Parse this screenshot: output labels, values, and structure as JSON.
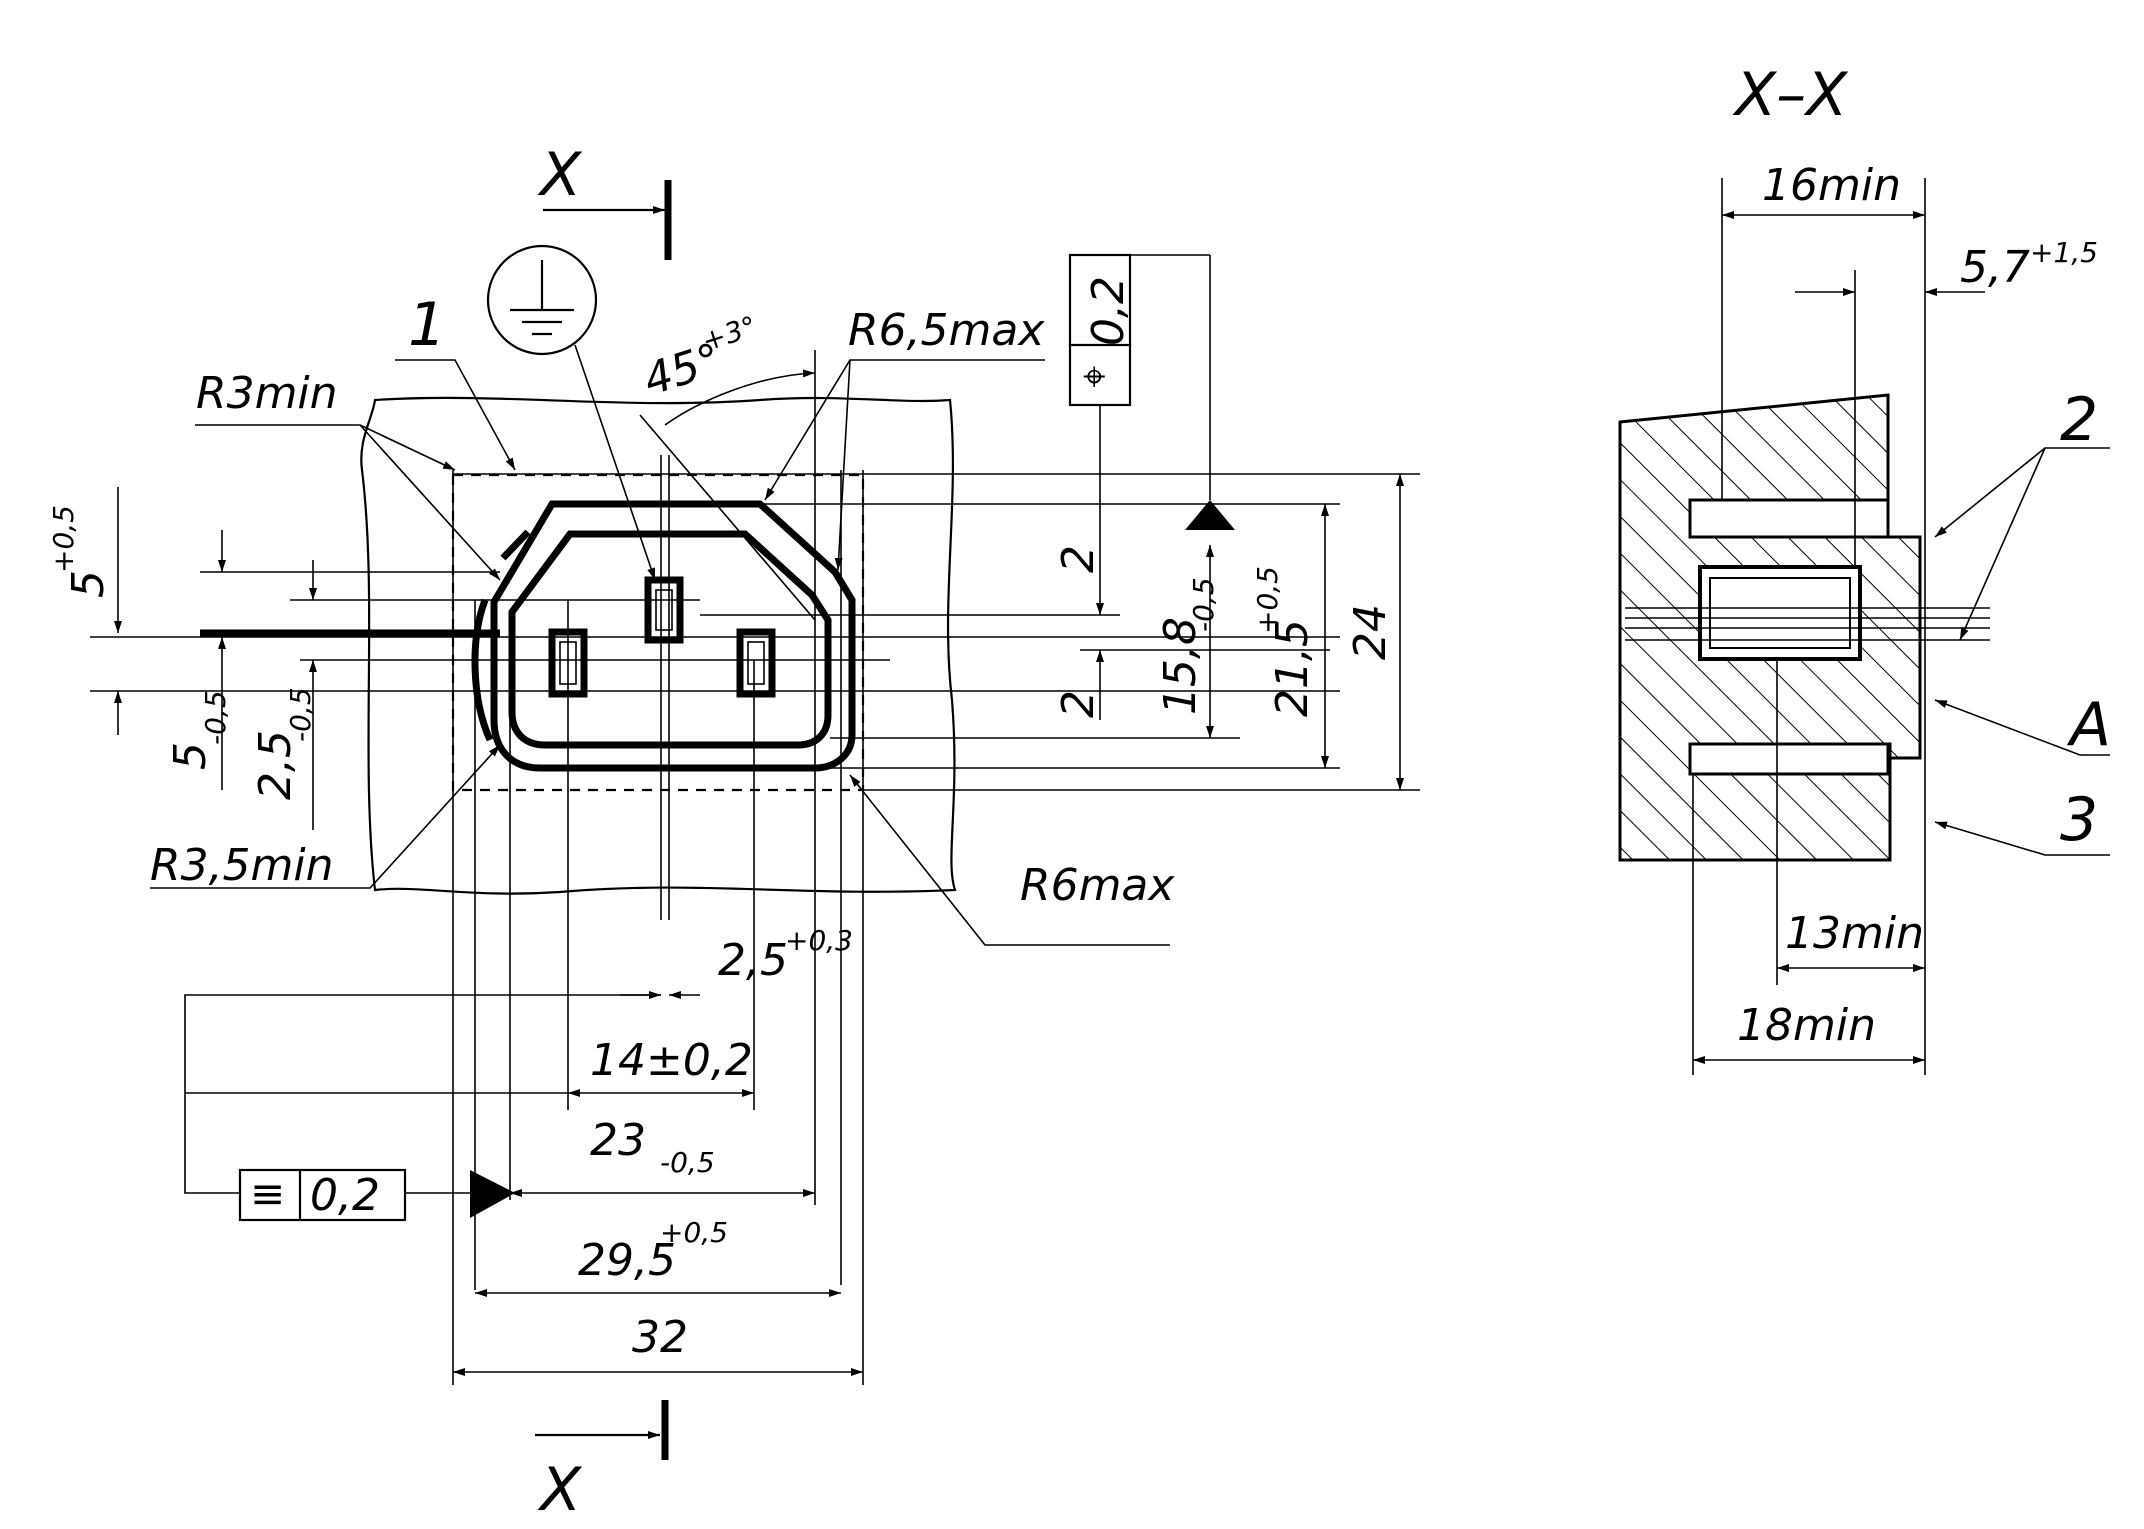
{
  "section_view": {
    "title": "X–X"
  },
  "section_marks": {
    "top": "X",
    "bottom": "X"
  },
  "callouts": {
    "item1": "1",
    "item2": "2",
    "item3": "3",
    "itemA": "A"
  },
  "radii": {
    "r3min": "R3min",
    "r65max": "R6,5max",
    "r35min": "R3,5min",
    "r6max": "R6max"
  },
  "angle": {
    "base": "45°",
    "tol": "+3°"
  },
  "tolerance_frames": {
    "position": {
      "value": "0,2",
      "symbol": "⌖"
    },
    "symmetry": {
      "value": "0,2",
      "symbol": "≡"
    }
  },
  "dims_main": {
    "d5_05": {
      "base": "5",
      "tol": "+0,5"
    },
    "d5_m05": {
      "base": "5",
      "tol": "-0,5"
    },
    "d25_m05": {
      "base": "2,5",
      "tol": "-0,5"
    },
    "d2_top": "2",
    "d2_bot": "2",
    "d158": {
      "base": "15,8",
      "tol": "-0,5"
    },
    "d215": {
      "base": "21,5",
      "tol": "+0,5"
    },
    "d24": "24",
    "d25_03": {
      "base": "2,5",
      "tol": "+0,3"
    },
    "d14": "14±0,2",
    "d23": {
      "base": "23",
      "tol": "-0,5"
    },
    "d295": {
      "base": "29,5",
      "tol": "+0,5"
    },
    "d32": "32"
  },
  "dims_section": {
    "d16min": "16min",
    "d57": {
      "base": "5,7",
      "tol": "+1,5"
    },
    "d13min": "13min",
    "d18min": "18min"
  }
}
